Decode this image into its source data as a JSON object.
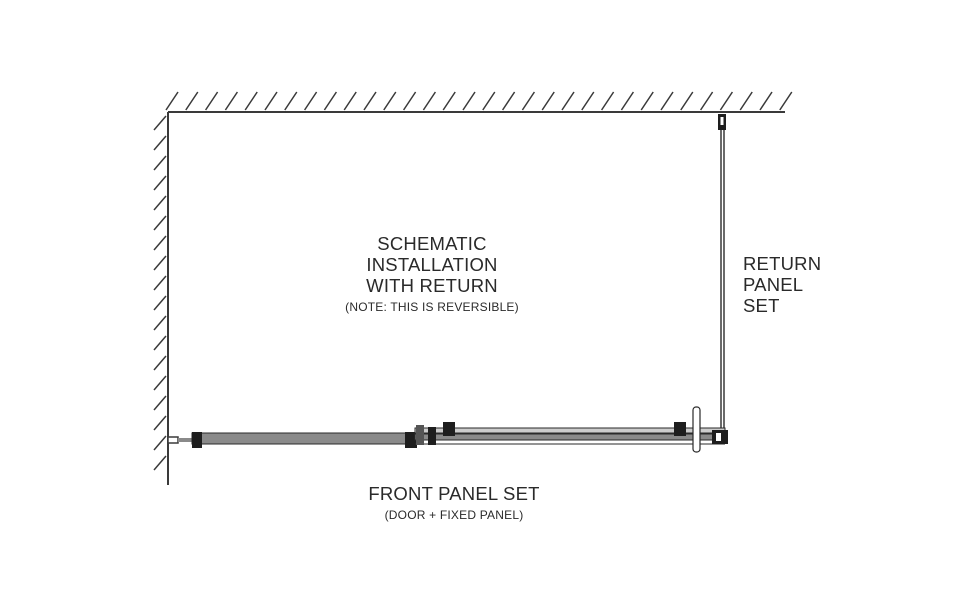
{
  "title": {
    "lines": [
      "SCHEMATIC",
      "INSTALLATION",
      "WITH RETURN"
    ],
    "note": "(NOTE: THIS IS REVERSIBLE)"
  },
  "return_label": {
    "lines": [
      "RETURN",
      "PANEL",
      "SET"
    ]
  },
  "front_label": {
    "main": "FRONT PANEL SET",
    "sub": "(DOOR + FIXED PANEL)"
  },
  "colors": {
    "line": "#3a3a3a",
    "glass": "#8a8a8a",
    "hardware": "#1e1e1e"
  }
}
